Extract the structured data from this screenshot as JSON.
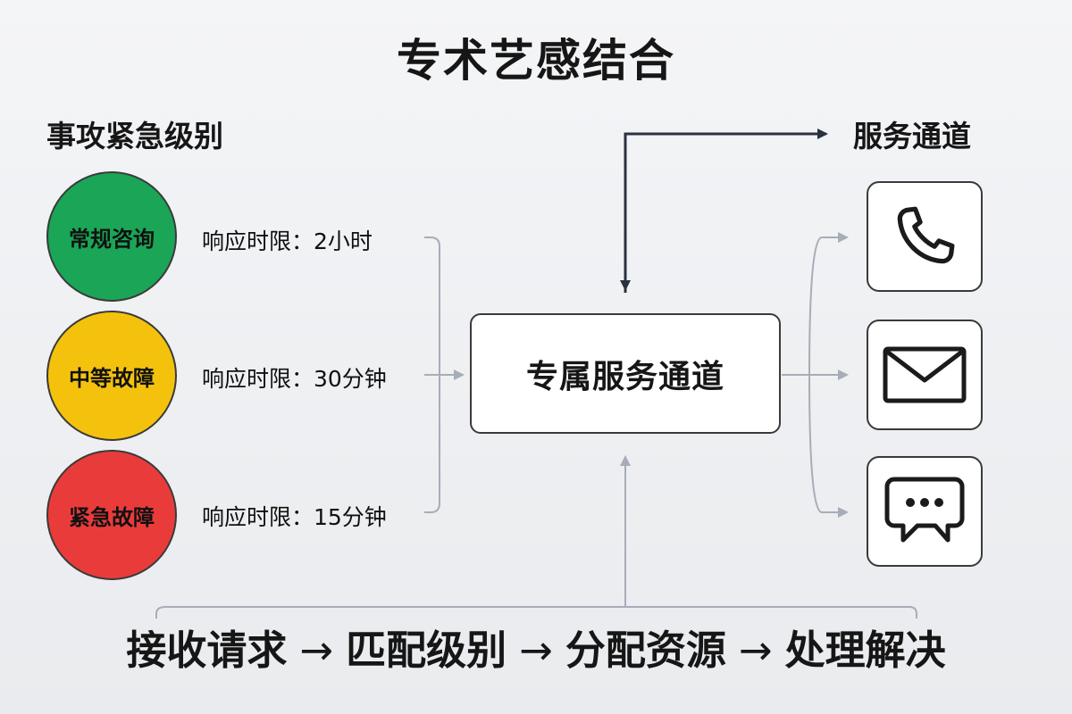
{
  "title": "专术艺感结合",
  "levels": {
    "heading": "事攻紧急级别",
    "items": [
      {
        "label": "常规咨询",
        "color": "#1aa557",
        "response": "响应时限：2小时"
      },
      {
        "label": "中等故障",
        "color": "#f4c20d",
        "response": "响应时限：30分钟"
      },
      {
        "label": "紧急故障",
        "color": "#ea3b3b",
        "response": "响应时限：15分钟"
      }
    ]
  },
  "center": {
    "label": "专属服务通道"
  },
  "channels": {
    "heading": "服务通道",
    "items": [
      {
        "icon": "phone-icon"
      },
      {
        "icon": "mail-icon"
      },
      {
        "icon": "chat-icon"
      }
    ]
  },
  "process": {
    "steps": [
      "接收请求",
      "匹配级别",
      "分配资源",
      "处理解决"
    ],
    "separator": "→"
  },
  "colors": {
    "line_dark": "#2b3140",
    "line_light": "#a7adb8",
    "border": "#3a3a3a"
  }
}
